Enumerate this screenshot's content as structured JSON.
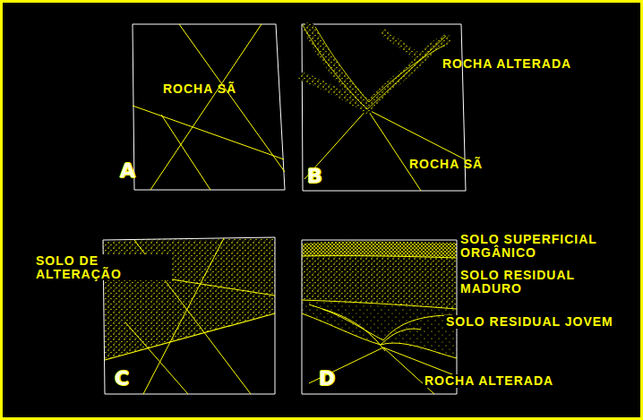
{
  "diagram": {
    "labels": [
      "ROCHA SÃ",
      "A",
      "ROCHA ALTERADA",
      "ROCHA SÃ",
      "B",
      "SOLO DE ALTERAÇÃO",
      "C",
      "SOLO SUPERFICIAL ORGÂNICO",
      "SOLO RESIDUAL MADURO",
      "SOLO RESIDUAL JOVEM",
      "ROCHA ALTERADA",
      "D"
    ]
  }
}
